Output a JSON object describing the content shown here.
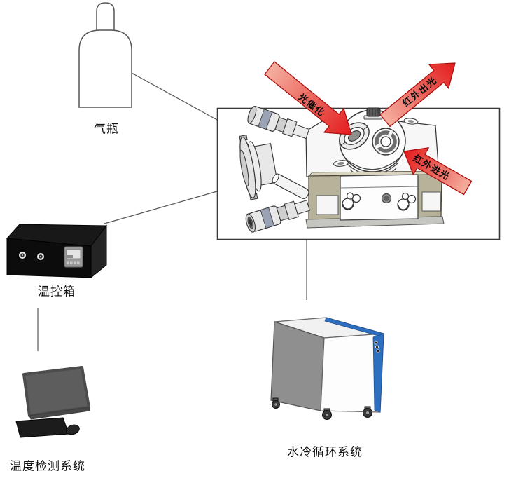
{
  "labels": {
    "gas_cylinder": "气瓶",
    "temp_control_box": "温控箱",
    "temp_detection_system": "温度检测系统",
    "water_cooling_system": "水冷循环系统"
  },
  "arrows": {
    "photocatalysis": "光催化",
    "ir_out": "红外出光",
    "ir_in": "红外进光"
  },
  "colors": {
    "arrow_red": "#e31b1b",
    "arrow_red_light": "#f5b0a0",
    "arrow_outline": "#aa0f0f",
    "base_tan": "#b7b29a",
    "chiller_blue": "#2e6fc0",
    "connector_blue_gray": "#9aa3b5",
    "line_color": "#555555"
  }
}
